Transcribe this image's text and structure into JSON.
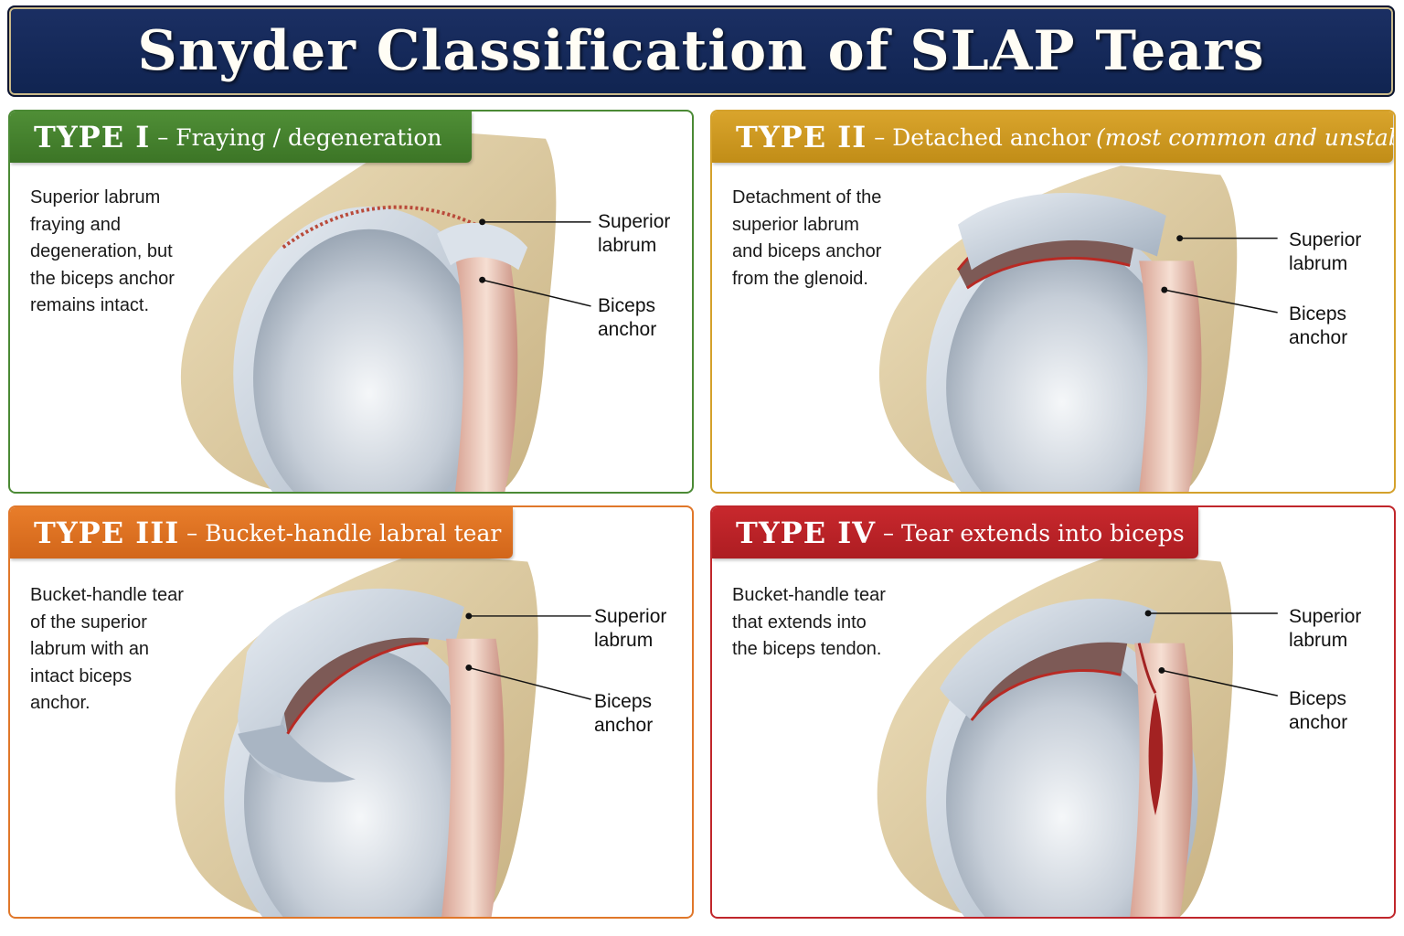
{
  "title": "Snyder Classification of SLAP Tears",
  "panels": [
    {
      "type": "TYPE I",
      "subtitle": "Fraying / degeneration",
      "subtitle_italic": "",
      "description": "Superior labrum fraying and degeneration, but the biceps anchor remains intact.",
      "labels": {
        "labrum": "Superior labrum",
        "biceps": "Biceps anchor"
      },
      "color": "#4b8a35"
    },
    {
      "type": "TYPE II",
      "subtitle": "Detached anchor",
      "subtitle_italic": "(most common and unstable)",
      "description": "Detachment of the superior labrum and biceps anchor from the glenoid.",
      "labels": {
        "labrum": "Superior labrum",
        "biceps": "Biceps anchor"
      },
      "color": "#d4a12b"
    },
    {
      "type": "TYPE III",
      "subtitle": "Bucket-handle labral tear",
      "subtitle_italic": "",
      "description": "Bucket-handle tear of the superior labrum with an intact biceps anchor.",
      "labels": {
        "labrum": "Superior labrum",
        "biceps": "Biceps anchor"
      },
      "color": "#e0772a"
    },
    {
      "type": "TYPE IV",
      "subtitle": "Tear extends into biceps",
      "subtitle_italic": "",
      "description": "Bucket-handle tear that extends into the biceps tendon.",
      "labels": {
        "labrum": "Superior labrum",
        "biceps": "Biceps anchor"
      },
      "color": "#c0262b"
    }
  ]
}
